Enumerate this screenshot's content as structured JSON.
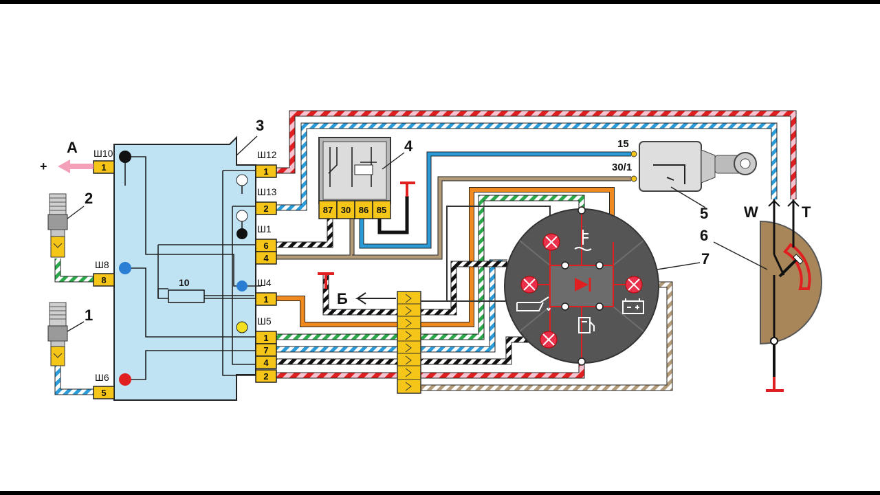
{
  "callouts": [
    "1",
    "2",
    "3",
    "4",
    "5",
    "6",
    "7",
    "10"
  ],
  "left_labels": {
    "a": "А",
    "plus": "+",
    "b": "Б"
  },
  "connectors": [
    "Ш10",
    "Ш12",
    "Ш13",
    "Ш1",
    "Ш4",
    "Ш5",
    "Ш8",
    "Ш6"
  ],
  "pins": {
    "sh10": "1",
    "sh12": "1",
    "sh13": "2",
    "sh1a": "6",
    "sh1b": "4",
    "sh4": "1",
    "sh5a": "1",
    "sh5b": "7",
    "sh5c": "4",
    "sh5d": "2",
    "sh8": "8",
    "sh6": "5"
  },
  "relay_pins": [
    "87",
    "30",
    "86",
    "85"
  ],
  "ignition_terms": [
    "15",
    "30/1"
  ],
  "gauge_terms": [
    "W",
    "T"
  ],
  "colors": {
    "unit_fill": "#bfe3f3",
    "pin_fill": "#f5c518",
    "wire_blue": "#2a9ad8",
    "wire_red": "#e02020",
    "wire_pink": "#f4a0b8",
    "wire_orange": "#f08a1e",
    "wire_brown": "#b39a78",
    "wire_green": "#2aa84a",
    "wire_black": "#111111",
    "panel_grey": "#555555",
    "gauge_tan": "#a8865a"
  },
  "icons": [
    "coolant-temperature-icon",
    "oil-pressure-icon",
    "battery-icon",
    "fuel-icon",
    "diode-icon",
    "ground-icon",
    "key-icon"
  ]
}
